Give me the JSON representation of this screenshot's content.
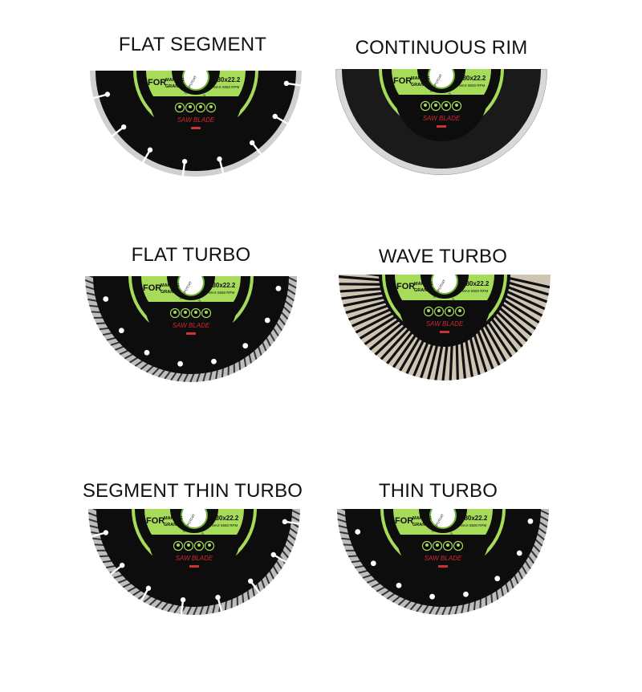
{
  "colors": {
    "rim_silver": "#c9c9c9",
    "blade_black": "#0d0d0d",
    "label_green": "#a6dc5a",
    "label_green_dark": "#6fb32e",
    "saw_text_red": "#d0282e",
    "background": "#ffffff"
  },
  "blades": [
    {
      "title": "FLAT SEGMENT",
      "type": "flat-segment",
      "for_text": "FOR",
      "material_line1": "MARBLE",
      "material_line2": "GRANITE",
      "size": "230x22.2",
      "rpm": "MAX 5550 RPM",
      "saw_text": "SAW BLADE",
      "vertical_text": "TPTEPOTOAT"
    },
    {
      "title": "CONTINUOUS RIM",
      "type": "continuous-rim",
      "for_text": "FOR",
      "material_line1": "MARBLE",
      "material_line2": "GRANITE",
      "size": "180x22.2",
      "rpm": "MAX 8500 RPM",
      "saw_text": "SAW BLADE",
      "vertical_text": "TPTEPOTOAT"
    },
    {
      "title": "FLAT TURBO",
      "type": "flat-turbo",
      "for_text": "FOR",
      "material_line1": "MARBLE",
      "material_line2": "GRANITE",
      "size": "230x22.2",
      "rpm": "MAX 5550 RPM",
      "saw_text": "SAW BLADE",
      "vertical_text": "TPTEPOTOAT"
    },
    {
      "title": "WAVE TURBO",
      "type": "wave-turbo",
      "for_text": "FOR",
      "material_line1": "MARBLE",
      "material_line2": "GRANITE",
      "size": "180x22.2",
      "rpm": "MAX 8500 RPM",
      "saw_text": "SAW BLADE",
      "vertical_text": "TPTEPOTOAT"
    },
    {
      "title": "SEGMENT THIN TURBO",
      "type": "segment-thin-turbo",
      "for_text": "FOR",
      "material_line1": "MARBLE",
      "material_line2": "GRANITE",
      "size": "230x22.2",
      "rpm": "MAX 5550 RPM",
      "saw_text": "SAW BLADE",
      "vertical_text": "TPTEPOTOAT"
    },
    {
      "title": "THIN TURBO",
      "type": "thin-turbo",
      "for_text": "FOR",
      "material_line1": "MARBLE",
      "material_line2": "GRANITE",
      "size": "180x22.2",
      "rpm": "MAX 8500 RPM",
      "saw_text": "SAW BLADE",
      "vertical_text": "TPTEPOTOAT"
    }
  ]
}
